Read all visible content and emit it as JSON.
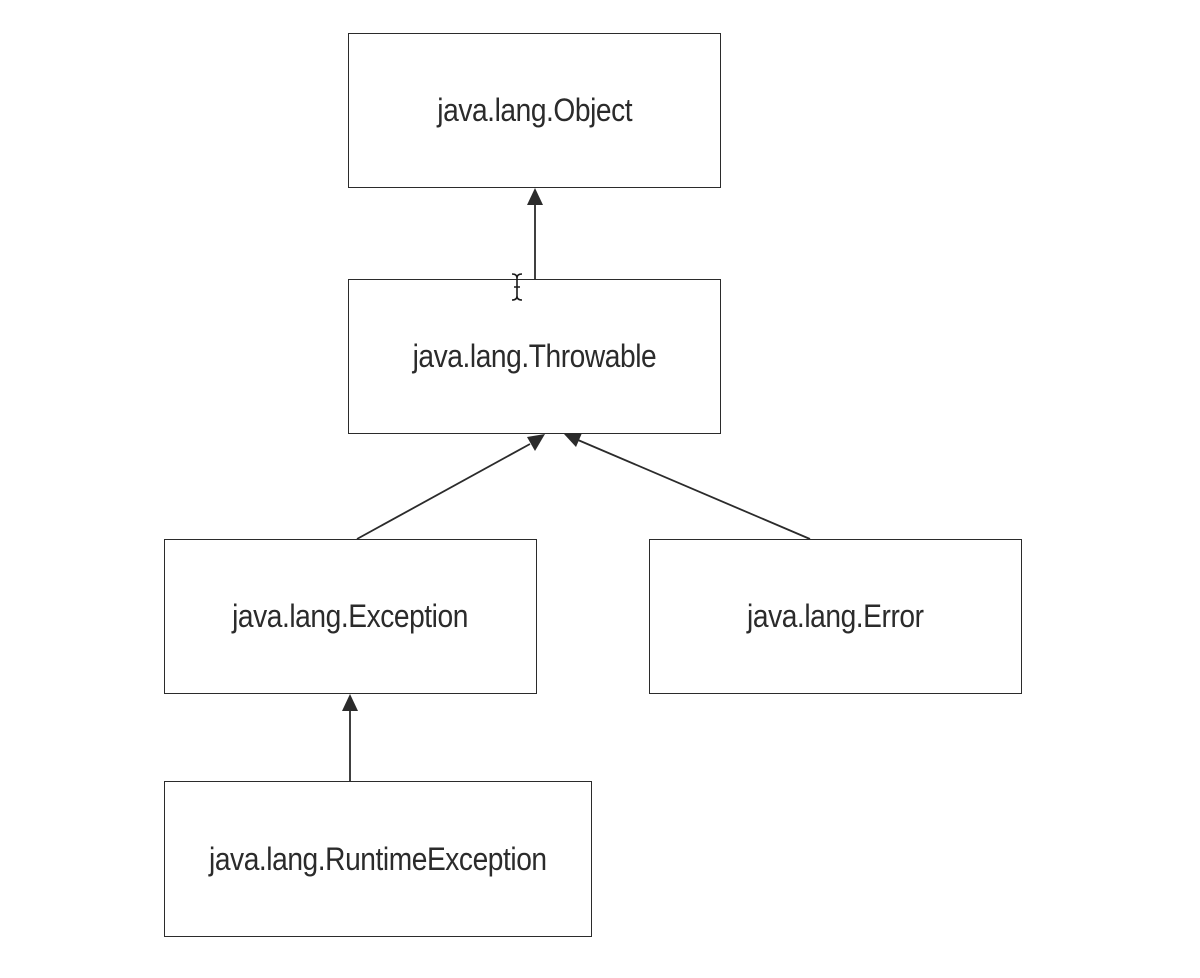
{
  "diagram": {
    "nodes": {
      "object": "java.lang.Object",
      "throwable": "java.lang.Throwable",
      "exception": "java.lang.Exception",
      "error": "java.lang.Error",
      "runtime_exception": "java.lang.RuntimeException"
    },
    "edges": [
      {
        "from": "throwable",
        "to": "object"
      },
      {
        "from": "exception",
        "to": "throwable"
      },
      {
        "from": "error",
        "to": "throwable"
      },
      {
        "from": "runtime_exception",
        "to": "exception"
      }
    ],
    "colors": {
      "line": "#2b2b2b",
      "background": "#ffffff"
    },
    "cursor_icon": "text-cursor-icon"
  }
}
